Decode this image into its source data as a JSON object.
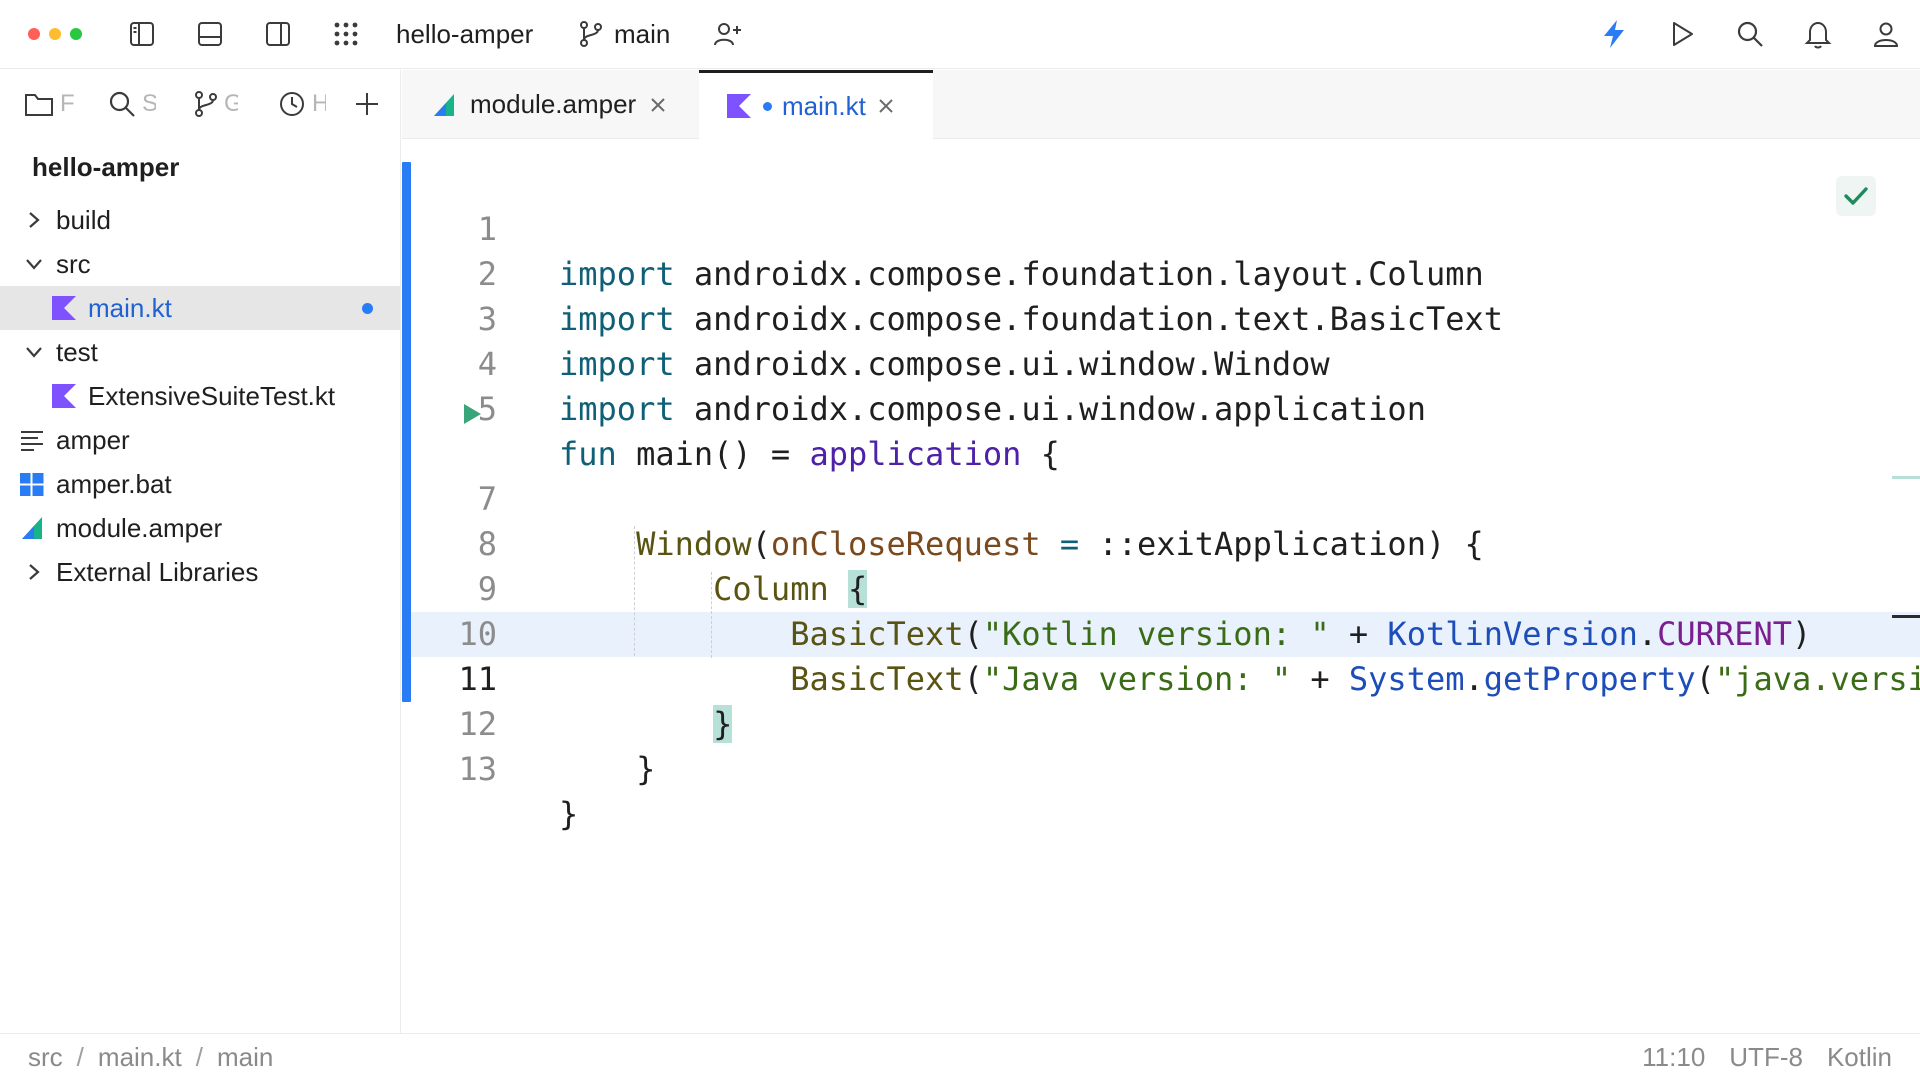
{
  "toolbar": {
    "project_name": "hello-amper",
    "branch_name": "main",
    "icons": [
      "toggle-left-panel-icon",
      "toggle-bottom-panel-icon",
      "toggle-right-panel-icon",
      "apps-grid-icon",
      "add-collaborator-icon",
      "lightning-icon",
      "run-icon",
      "search-icon",
      "notifications-icon",
      "account-icon"
    ]
  },
  "sidebar": {
    "tabs": [
      {
        "label": "F",
        "icon": "folder-icon"
      },
      {
        "label": "S",
        "icon": "search-icon"
      },
      {
        "label": "G",
        "icon": "git-icon"
      },
      {
        "label": "H",
        "icon": "history-icon"
      }
    ],
    "project_title": "hello-amper",
    "tree": [
      {
        "label": "build",
        "chevron": "right",
        "depth": 0,
        "icon": null
      },
      {
        "label": "src",
        "chevron": "down",
        "depth": 0,
        "icon": null
      },
      {
        "label": "main.kt",
        "chevron": null,
        "depth": 1,
        "icon": "kotlin-file-icon",
        "selected": true,
        "modified": true
      },
      {
        "label": "test",
        "chevron": "down",
        "depth": 0,
        "icon": null
      },
      {
        "label": "ExtensiveSuiteTest.kt",
        "chevron": null,
        "depth": 1,
        "icon": "kotlin-file-icon"
      },
      {
        "label": "amper",
        "chevron": null,
        "depth": 0,
        "icon": "text-file-icon"
      },
      {
        "label": "amper.bat",
        "chevron": null,
        "depth": 0,
        "icon": "windows-file-icon"
      },
      {
        "label": "module.amper",
        "chevron": null,
        "depth": 0,
        "icon": "amper-file-icon"
      },
      {
        "label": "External Libraries",
        "chevron": "right",
        "depth": 0,
        "icon": null
      }
    ]
  },
  "editor_tabs": [
    {
      "label": "module.amper",
      "active": false,
      "modified": false
    },
    {
      "label": "main.kt",
      "active": true,
      "modified": true
    }
  ],
  "editor": {
    "current_line": 11,
    "line_numbers": [
      "1",
      "2",
      "3",
      "4",
      "5",
      "",
      "7",
      "8",
      "9",
      "10",
      "11",
      "12",
      "13"
    ],
    "code": {
      "l1_kw": "import",
      "l1_rest": " androidx.compose.foundation.layout.Column",
      "l2_kw": "import",
      "l2_rest": " androidx.compose.foundation.text.BasicText",
      "l3_kw": "import",
      "l3_rest": " androidx.compose.ui.window.Window",
      "l4_kw": "import",
      "l4_rest": " androidx.compose.ui.window.application",
      "l6_kw": "fun",
      "l6_name": " main() = ",
      "l6_app": "application",
      "l6_end": " {",
      "l7_indent": "    ",
      "l7_fn": "Window",
      "l7_paren": "(",
      "l7_param": "onCloseRequest",
      "l7_eq": " = ",
      "l7_rest": "::exitApplication) {",
      "l8_indent": "        ",
      "l8_fn": "Column",
      "l8_sp": " ",
      "l8_brace": "{",
      "l9_indent": "            ",
      "l9_fn": "BasicText",
      "l9_paren": "(",
      "l9_str": "\"Kotlin version: \"",
      "l9_plus": " + ",
      "l9_cls": "KotlinVersion",
      "l9_dot": ".",
      "l9_prop": "CURRENT",
      "l9_end": ")",
      "l10_indent": "            ",
      "l10_fn": "BasicText",
      "l10_paren": "(",
      "l10_str": "\"Java version: \"",
      "l10_plus": " + ",
      "l10_cls": "System",
      "l10_dot": ".",
      "l10_method": "getProperty",
      "l10_paren2": "(",
      "l10_str2": "\"java.versi",
      "l11_indent": "        ",
      "l11_brace": "}",
      "l12_text": "    }",
      "l13_text": "}"
    }
  },
  "statusbar": {
    "breadcrumbs": [
      "src",
      "main.kt",
      "main"
    ],
    "separator": "/",
    "cursor_position": "11:10",
    "encoding": "UTF-8",
    "language": "Kotlin"
  },
  "colors": {
    "accent_blue": "#2a7cf5",
    "kotlin_purple": "#7f52ff",
    "run_green": "#3aa57a",
    "selection_bg": "#e6e6e6",
    "current_line_bg": "#e8f1fc"
  }
}
